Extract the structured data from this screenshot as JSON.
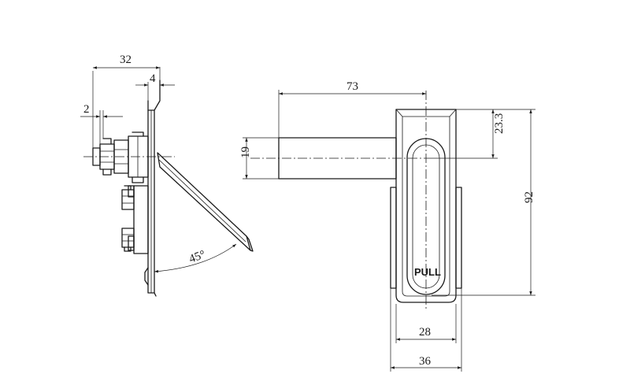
{
  "dimensions": {
    "d32": "32",
    "d4": "4",
    "d2": "2",
    "d45": "45°",
    "d73": "73",
    "d19": "19",
    "d23_3": "23.3",
    "d92": "92",
    "d28": "28",
    "d36": "36"
  },
  "handle_label": "PULL"
}
